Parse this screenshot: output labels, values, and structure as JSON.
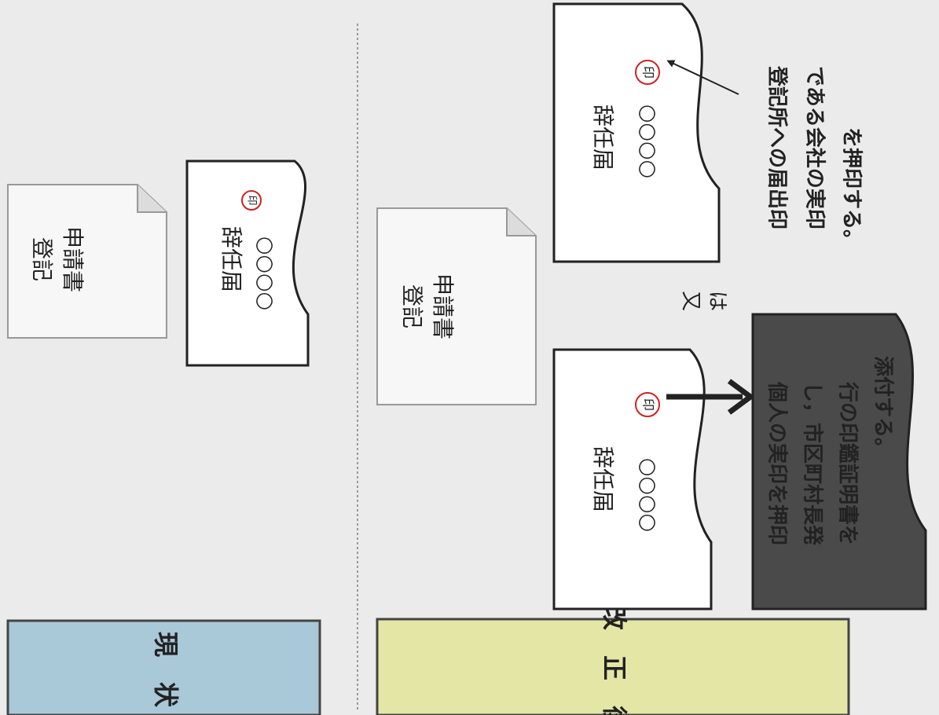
{
  "sections": {
    "current": {
      "label": "現　状",
      "color": "#a9c8d8",
      "application": {
        "line1": "登記",
        "line2": "申請書"
      },
      "resignation": {
        "title": "辞任届",
        "name": "○○○○",
        "seal": "印"
      }
    },
    "amended": {
      "label": "改　正　後",
      "color": "#e4e6a6",
      "application": {
        "line1": "登記",
        "line2": "申請書"
      },
      "option_a": {
        "title": "辞任届",
        "name": "○○○○",
        "seal": "印"
      },
      "option_b": {
        "title": "辞任届",
        "name": "○○○○",
        "seal": "印"
      },
      "or_label": {
        "line1": "又",
        "line2": "は"
      },
      "personal_seal_note": {
        "lines": [
          "個人の実印を押印",
          "し，市区町村長発",
          "行の印鑑証明書を",
          "添付する。"
        ]
      },
      "registered_seal_note": {
        "lines": [
          "登記所への届出印",
          "である会社の実印",
          "を押印する。"
        ]
      }
    }
  },
  "colors": {
    "seal": "#cc2222",
    "note_box": "#4a4a4a",
    "note_text": "#ffffff",
    "divider": "#9a9a9a"
  }
}
